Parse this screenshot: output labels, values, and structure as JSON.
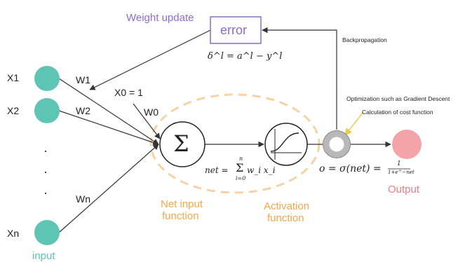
{
  "inputs": {
    "x1": "X1",
    "x2": "X2",
    "xn": "Xn",
    "dots": "·",
    "caption": "input"
  },
  "weights": {
    "w1": "W1",
    "w2": "W2",
    "wn": "Wn",
    "w0": "W0",
    "bias": "X0 = 1"
  },
  "error_box": {
    "label": "error",
    "weight_update": "Weight update",
    "formula": "δ^l = a^l − y^l"
  },
  "backprop": {
    "label": "Backpropagation"
  },
  "net": {
    "sum_symbol": "Σ",
    "formula_left": "net =",
    "sum_top": "n",
    "sum_bottom": "i=0",
    "sum_term": "w_i x_i",
    "caption_line1": "Net input",
    "caption_line2": "function"
  },
  "activation": {
    "caption_line1": "Activation",
    "caption_line2": "function"
  },
  "optimizer": {
    "note1": "Optimization such as Gradient Descent",
    "note2": "Calculation of cost function"
  },
  "output": {
    "formula": "o = σ(net) =",
    "fraction_num": "1",
    "fraction_den": "1+e^−net",
    "caption": "Output"
  },
  "colors": {
    "input_node": "#5ec4b4",
    "output_node": "#f4a4a8",
    "weight_update": "#8a6ccf",
    "dashed_ellipse": "#f6d3a4",
    "caption_orange": "#f3a84a",
    "output_caption": "#ee7d84",
    "optimizer_ring": "#b8b8b8",
    "arrow_yellow": "#f2c94c",
    "error_box_border": "#8a6ccf"
  }
}
